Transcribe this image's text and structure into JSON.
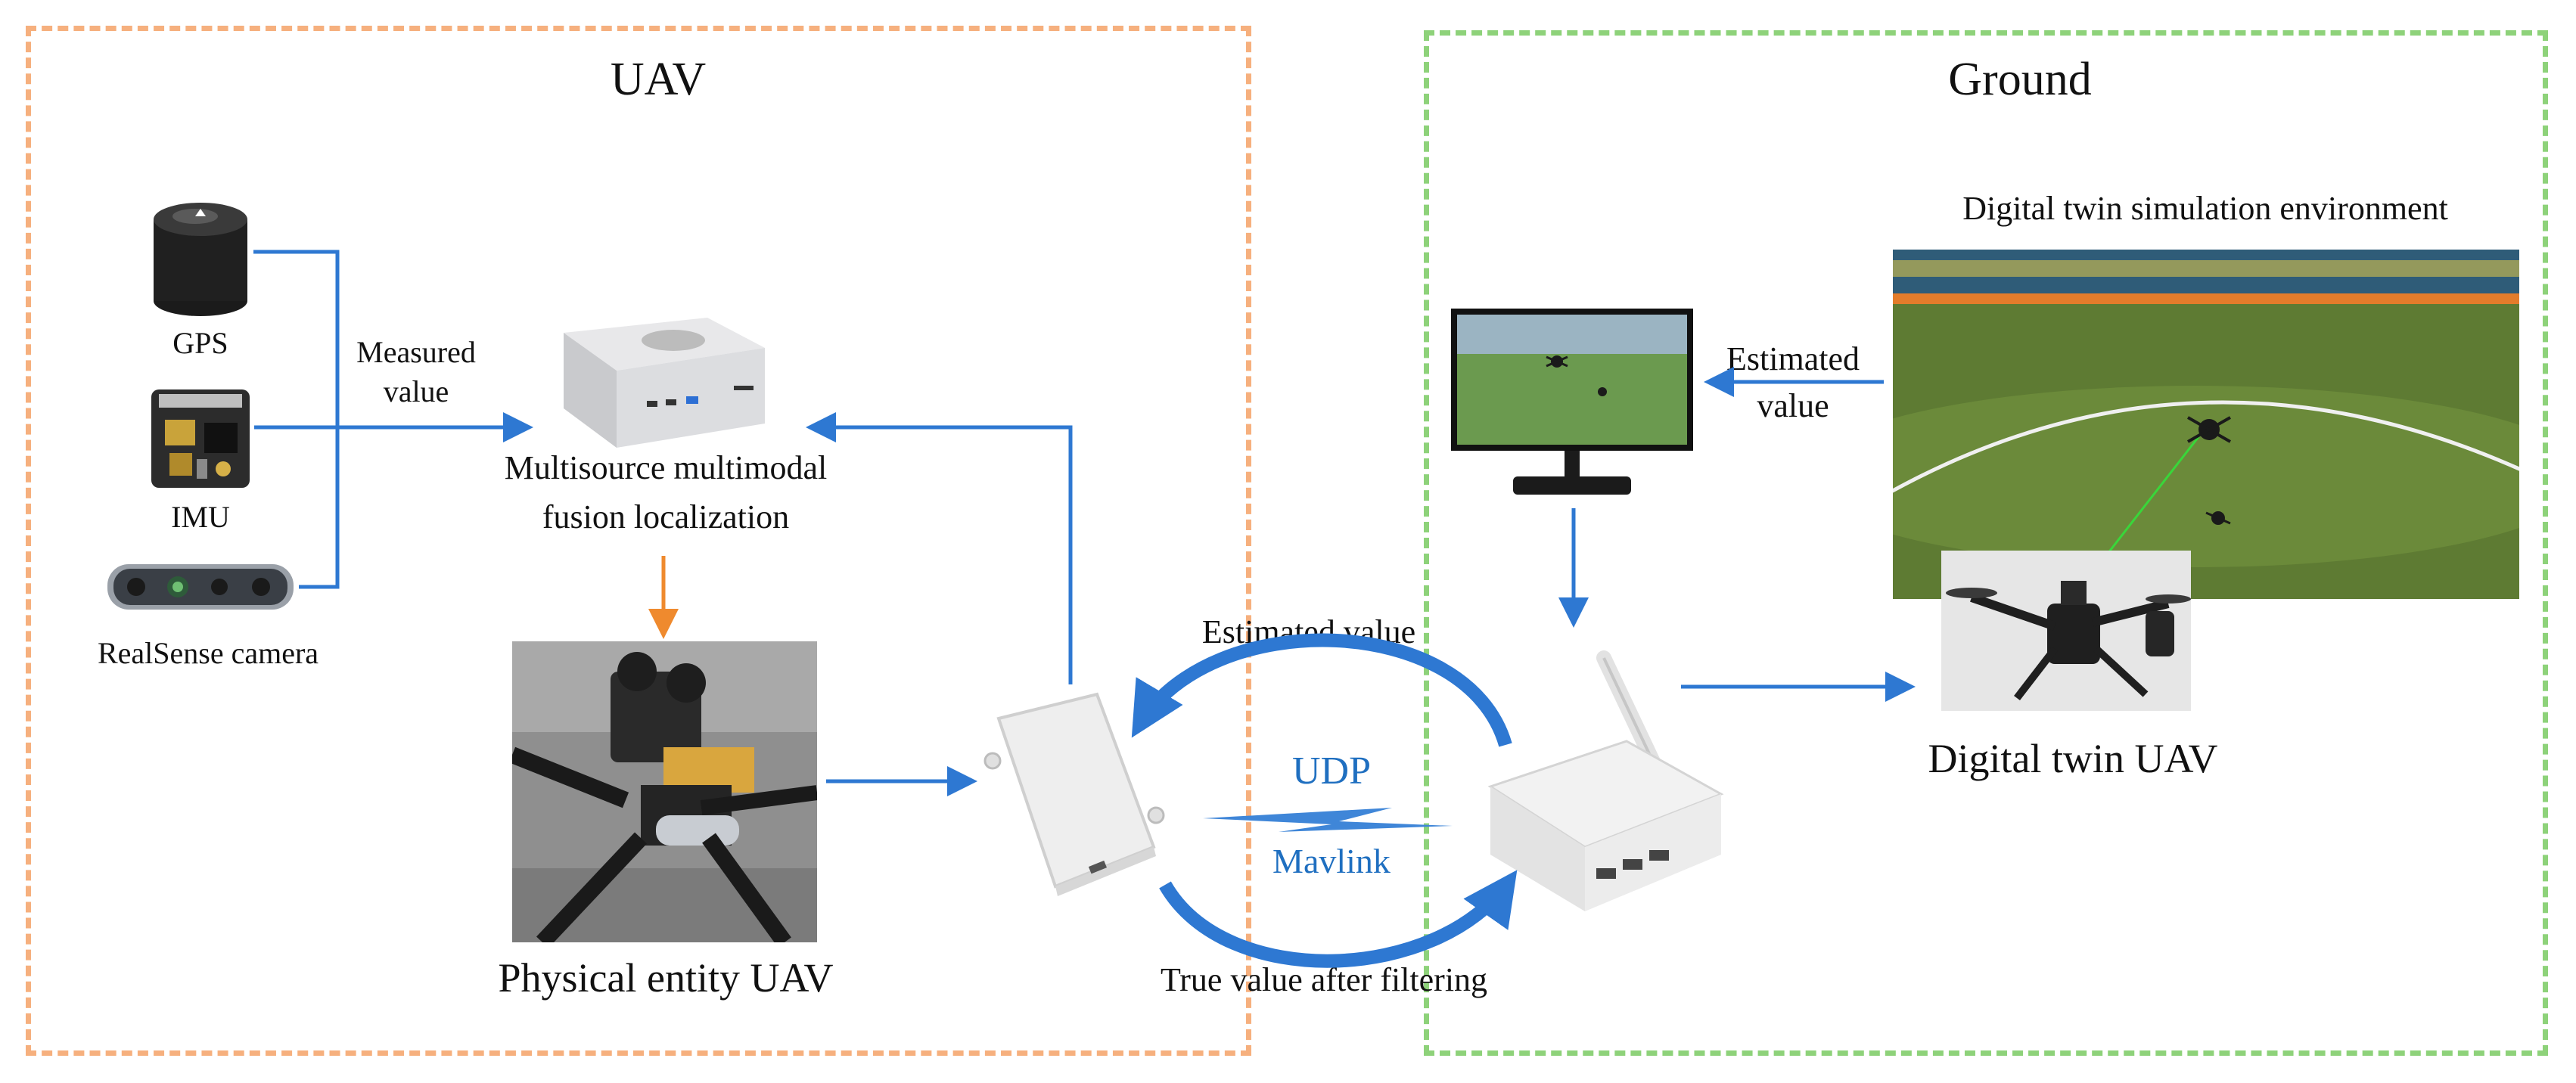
{
  "panels": {
    "uav_title": "UAV",
    "ground_title": "Ground"
  },
  "sensors": {
    "gps": "GPS",
    "imu": "IMU",
    "camera": "RealSense camera",
    "measured_value": "Measured\nvalue"
  },
  "fusion": {
    "label_line1": "Multisource multimodal",
    "label_line2": "fusion localization"
  },
  "physical": {
    "label": "Physical entity UAV"
  },
  "link": {
    "estimated_value": "Estimated value",
    "udp": "UDP",
    "mavlink": "Mavlink",
    "true_value": "True value after filtering"
  },
  "ground": {
    "sim_env_label": "Digital twin simulation environment",
    "estimated_value": "Estimated\nvalue",
    "digital_twin_uav": "Digital twin UAV"
  },
  "colors": {
    "uav_border": "#f6b07e",
    "ground_border": "#8ed27a",
    "arrow_blue": "#2e78d2",
    "arrow_orange": "#ef8a2e",
    "link_text": "#1f6fc0"
  }
}
